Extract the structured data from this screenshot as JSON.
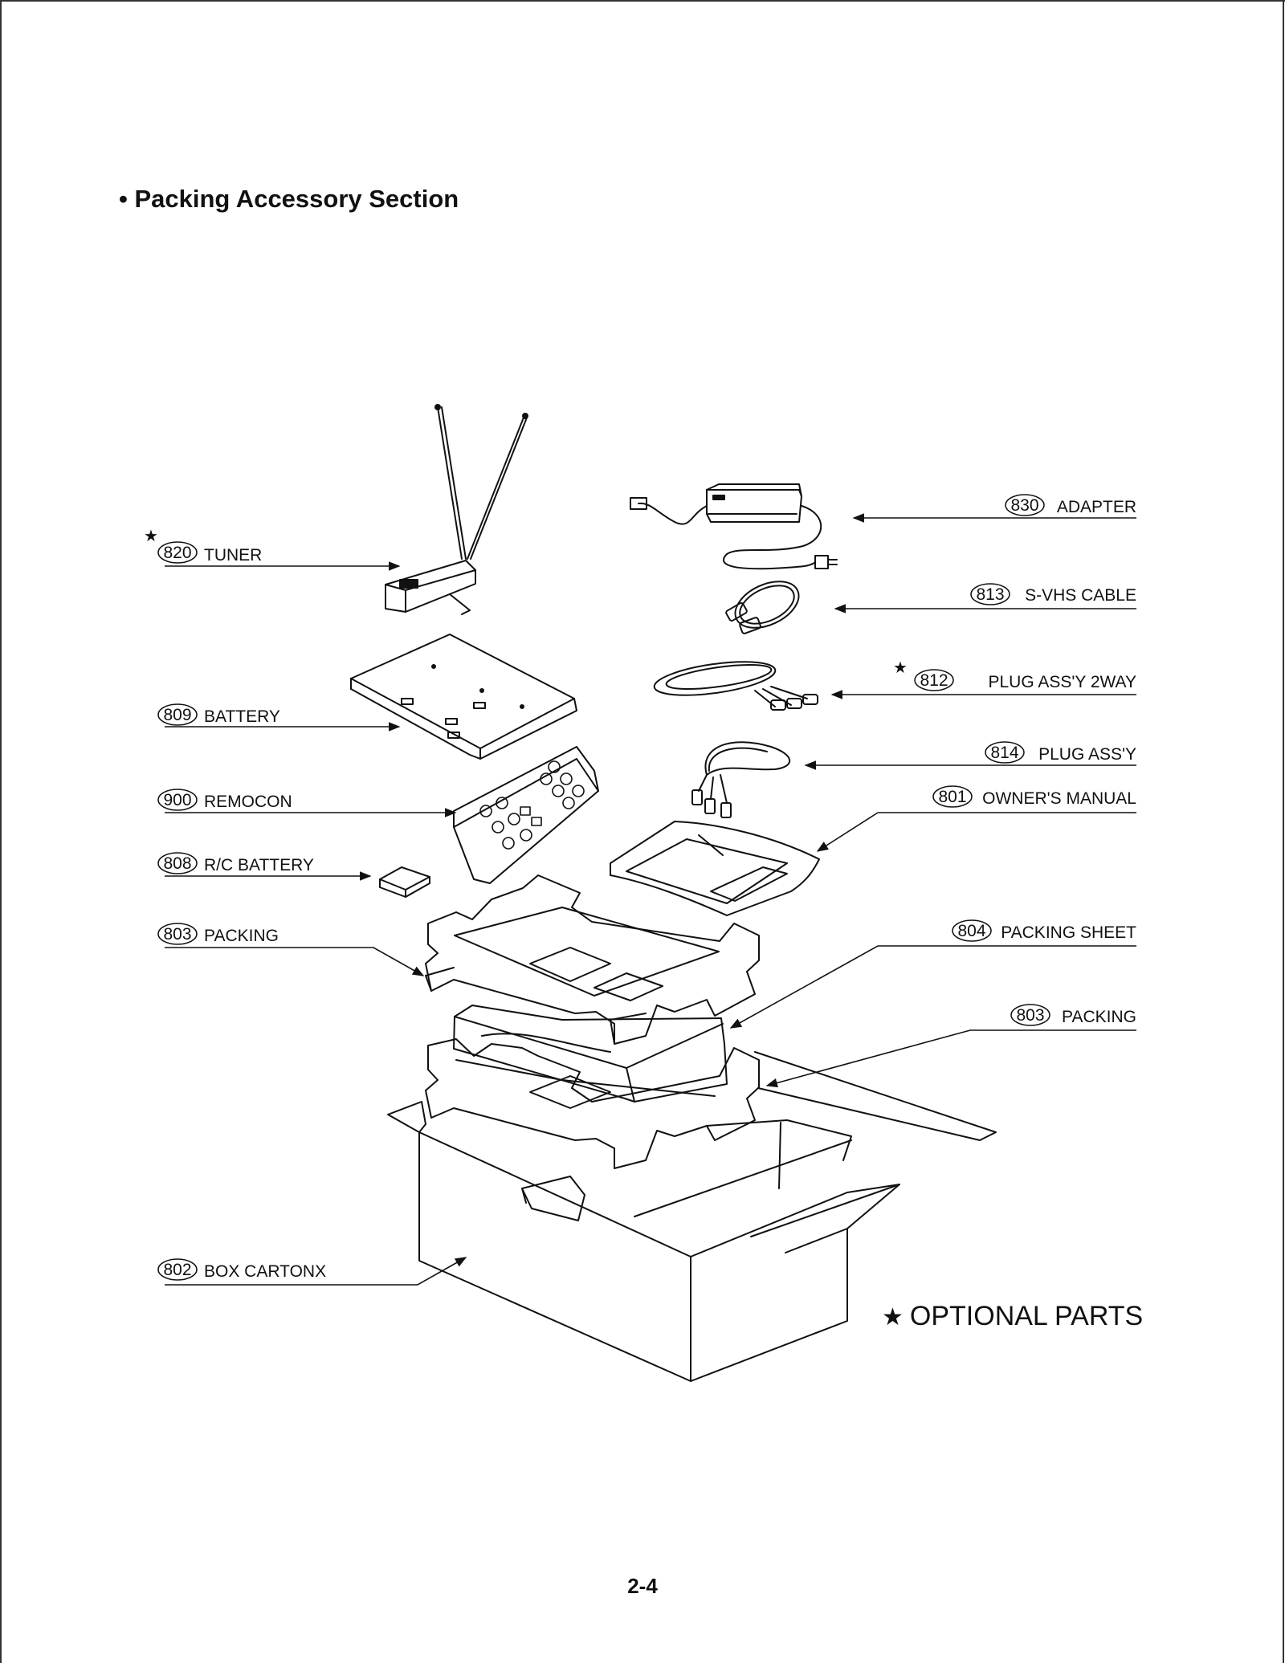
{
  "section_title": "• Packing Accessory Section",
  "page_number": "2-4",
  "legend": {
    "star": "★",
    "text": "OPTIONAL PARTS"
  },
  "parts": [
    {
      "id": "tuner",
      "number": "820",
      "name": "TUNER",
      "optional": true
    },
    {
      "id": "battery",
      "number": "809",
      "name": "BATTERY",
      "optional": false
    },
    {
      "id": "remocon",
      "number": "900",
      "name": "REMOCON",
      "optional": false
    },
    {
      "id": "rc-battery",
      "number": "808",
      "name": "R/C BATTERY",
      "optional": false
    },
    {
      "id": "packing-left",
      "number": "803",
      "name": "PACKING",
      "optional": false
    },
    {
      "id": "box-carton",
      "number": "802",
      "name": "BOX CARTONX",
      "optional": false
    },
    {
      "id": "adapter",
      "number": "830",
      "name": "ADAPTER",
      "optional": false
    },
    {
      "id": "svhs-cable",
      "number": "813",
      "name": "S-VHS CABLE",
      "optional": false
    },
    {
      "id": "plug-2way",
      "number": "812",
      "name": "PLUG ASS'Y 2WAY",
      "optional": true
    },
    {
      "id": "plug-assy",
      "number": "814",
      "name": "PLUG ASS'Y",
      "optional": false
    },
    {
      "id": "owners-manual",
      "number": "801",
      "name": "OWNER'S MANUAL",
      "optional": false
    },
    {
      "id": "packing-sheet",
      "number": "804",
      "name": "PACKING SHEET",
      "optional": false
    },
    {
      "id": "packing-right",
      "number": "803",
      "name": "PACKING",
      "optional": false
    }
  ]
}
